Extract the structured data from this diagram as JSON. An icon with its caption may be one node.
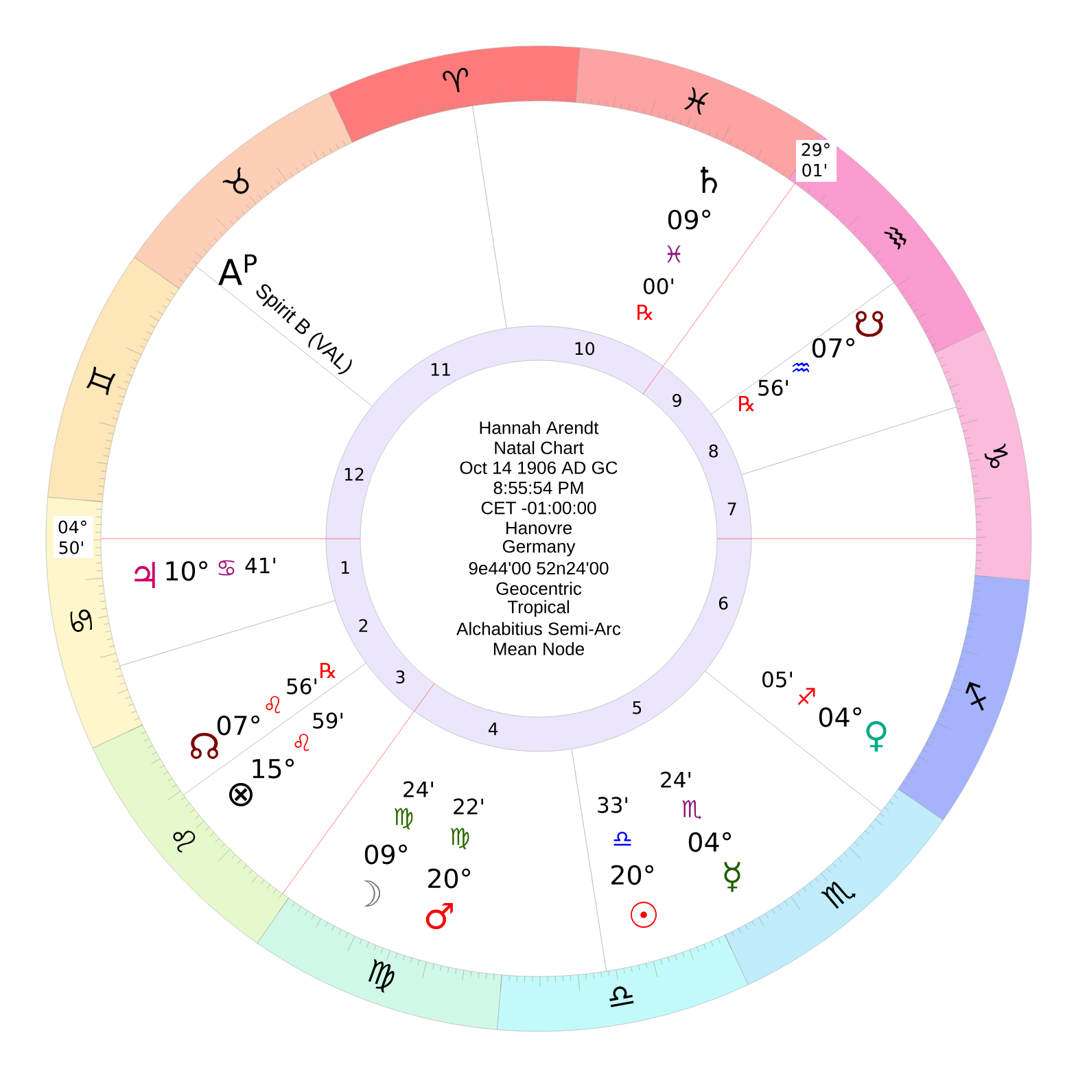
{
  "diagram": {
    "labels": [
      "Hannah Arendt",
      "Natal Chart",
      "Oct 14 1906 AD GC",
      "8:55:54 PM",
      "CET -01:00:00",
      "Hanovre",
      "Germany",
      "9e44'00 52n24'00",
      "Geocentric",
      "Tropical",
      "Alchabitius Semi-Arc",
      "Mean Node",
      "♈",
      "♉",
      "♊",
      "♋",
      "♌",
      "♍",
      "♎",
      "♏",
      "♐",
      "♑",
      "♒",
      "♓",
      "1",
      "2",
      "3",
      "4",
      "5",
      "6",
      "7",
      "8",
      "9",
      "10",
      "11",
      "12",
      "04°",
      "50'",
      "29°",
      "01'",
      "♄",
      "09°",
      "♓",
      "00'",
      "℞",
      "☋",
      "07°",
      "♒",
      "56'",
      "℞",
      "A$^{P}$",
      "Spirit B (VAL)",
      "♃",
      "10°",
      "♋",
      "41'",
      "☊",
      "07°",
      "♌",
      "56'",
      "℞",
      "⊗",
      "15°",
      "♌",
      "59'",
      "☽",
      "09°",
      "♍",
      "24'",
      "♂",
      "20°",
      "♍",
      "22'",
      "☉",
      "20°",
      "♎",
      "33'",
      "☿",
      "04°",
      "♏",
      "24'",
      "♀",
      "04°",
      "♐",
      "05'"
    ]
  }
}
